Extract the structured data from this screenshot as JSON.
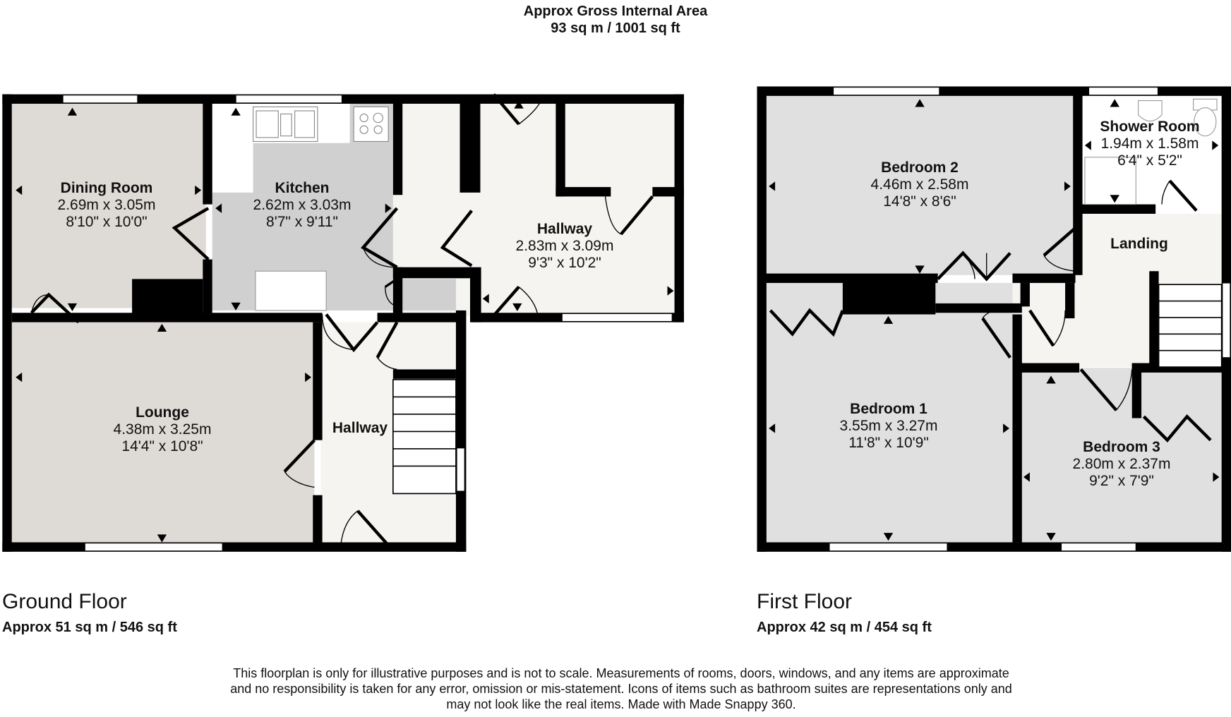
{
  "header": {
    "line1": "Approx Gross Internal Area",
    "line2": "93 sq m / 1001 sq ft"
  },
  "ground_floor": {
    "name": "Ground Floor",
    "area": "Approx 51 sq m / 546 sq ft",
    "rooms": [
      {
        "name": "Dining Room",
        "metric": "2.69m x 3.05m",
        "imperial": "8'10\" x 10'0\""
      },
      {
        "name": "Kitchen",
        "metric": "2.62m x 3.03m",
        "imperial": "8'7\" x 9'11\""
      },
      {
        "name": "Hallway",
        "metric": "2.83m x 3.09m",
        "imperial": "9'3\" x 10'2\""
      },
      {
        "name": "Lounge",
        "metric": "4.38m x 3.25m",
        "imperial": "14'4\" x 10'8\""
      },
      {
        "name": "Hallway",
        "metric": "",
        "imperial": ""
      }
    ]
  },
  "first_floor": {
    "name": "First Floor",
    "area": "Approx 42 sq m / 454 sq ft",
    "rooms": [
      {
        "name": "Bedroom 2",
        "metric": "4.46m x 2.58m",
        "imperial": "14'8\" x 8'6\""
      },
      {
        "name": "Shower Room",
        "metric": "1.94m x 1.58m",
        "imperial": "6'4\" x 5'2\""
      },
      {
        "name": "Landing",
        "metric": "",
        "imperial": ""
      },
      {
        "name": "Bedroom 1",
        "metric": "3.55m x 3.27m",
        "imperial": "11'8\" x 10'9\""
      },
      {
        "name": "Bedroom 3",
        "metric": "2.80m x 2.37m",
        "imperial": "9'2\" x 7'9\""
      }
    ]
  },
  "disclaimer": {
    "line1": "This floorplan is only for illustrative purposes and is not to scale. Measurements of rooms, doors, windows, and any items are approximate",
    "line2": "and no responsibility is taken for any error, omission or mis-statement. Icons of items such as bathroom suites are representations only and",
    "line3": "may not look like the real items. Made with Made Snappy 360."
  },
  "colors": {
    "wall": "#000000",
    "living_floor": "#dedbd6",
    "kitchen_floor": "#d0d0d0",
    "bedroom_floor": "#e0e0e0",
    "hall_floor": "#f6f4f0",
    "white": "#ffffff"
  }
}
